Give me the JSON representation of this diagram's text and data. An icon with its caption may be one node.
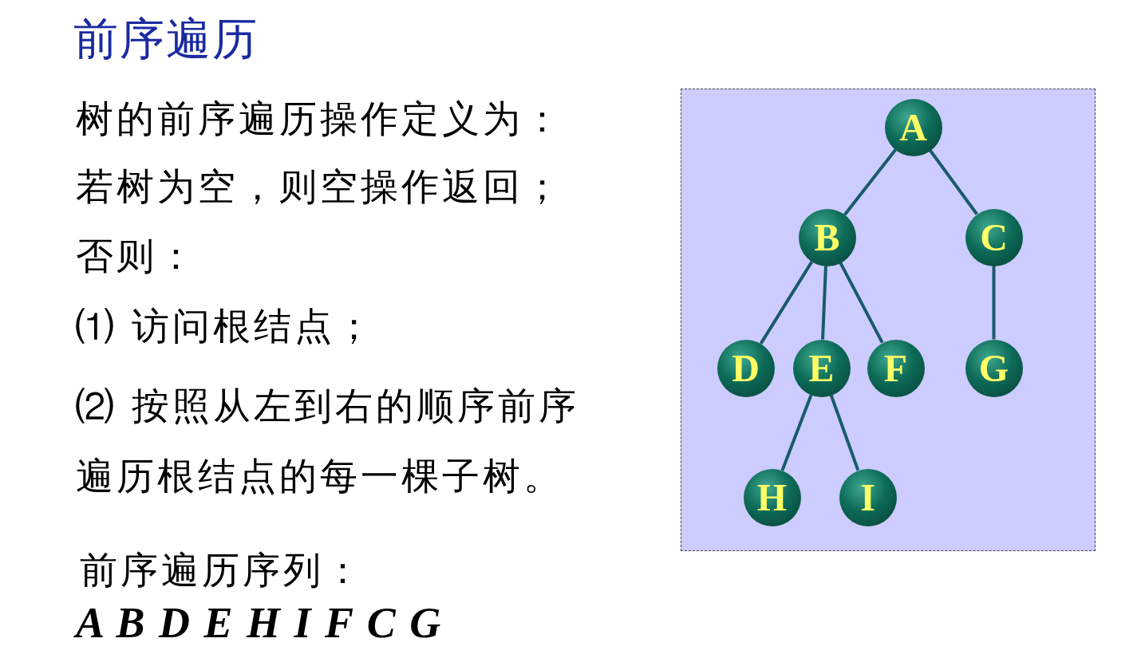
{
  "diagram": {
    "title": "前序遍历",
    "nodes": [
      {
        "text": [],
        "shape": "box"
      },
      {
        "text": [
          "A"
        ],
        "in": 0
      },
      {
        "text": [
          "B"
        ],
        "in": 0
      },
      {
        "text": [
          "C"
        ],
        "in": 0
      },
      {
        "text": [
          "D"
        ],
        "in": 0
      },
      {
        "text": [
          "E"
        ],
        "in": 0
      },
      {
        "text": [
          "F"
        ],
        "in": 0
      },
      {
        "text": [
          "G"
        ],
        "in": 0
      },
      {
        "text": [
          "H"
        ],
        "in": 0
      },
      {
        "text": [
          "I"
        ],
        "in": 0
      }
    ],
    "edges": [
      {
        "from": 1,
        "to": 2,
        "arrow": "none"
      },
      {
        "from": 1,
        "to": 3,
        "arrow": "none"
      },
      {
        "from": 2,
        "to": 4,
        "arrow": "none"
      },
      {
        "from": 2,
        "to": 5,
        "arrow": "none"
      },
      {
        "from": 2,
        "to": 6,
        "arrow": "none"
      },
      {
        "from": 3,
        "to": 7,
        "arrow": "none"
      },
      {
        "from": 5,
        "to": 8,
        "arrow": "none"
      },
      {
        "from": 5,
        "to": 9,
        "arrow": "none"
      }
    ],
    "labels": [
      "树的前序遍历操作定义为：",
      "若树为空，则空操作返回；",
      "否则：",
      "⑴ 访问根结点；",
      "⑵ 按照从左到右的顺序前序遍历根结点的每一棵子树。",
      "前序遍历序列：",
      "A B D E H I F C G"
    ]
  }
}
